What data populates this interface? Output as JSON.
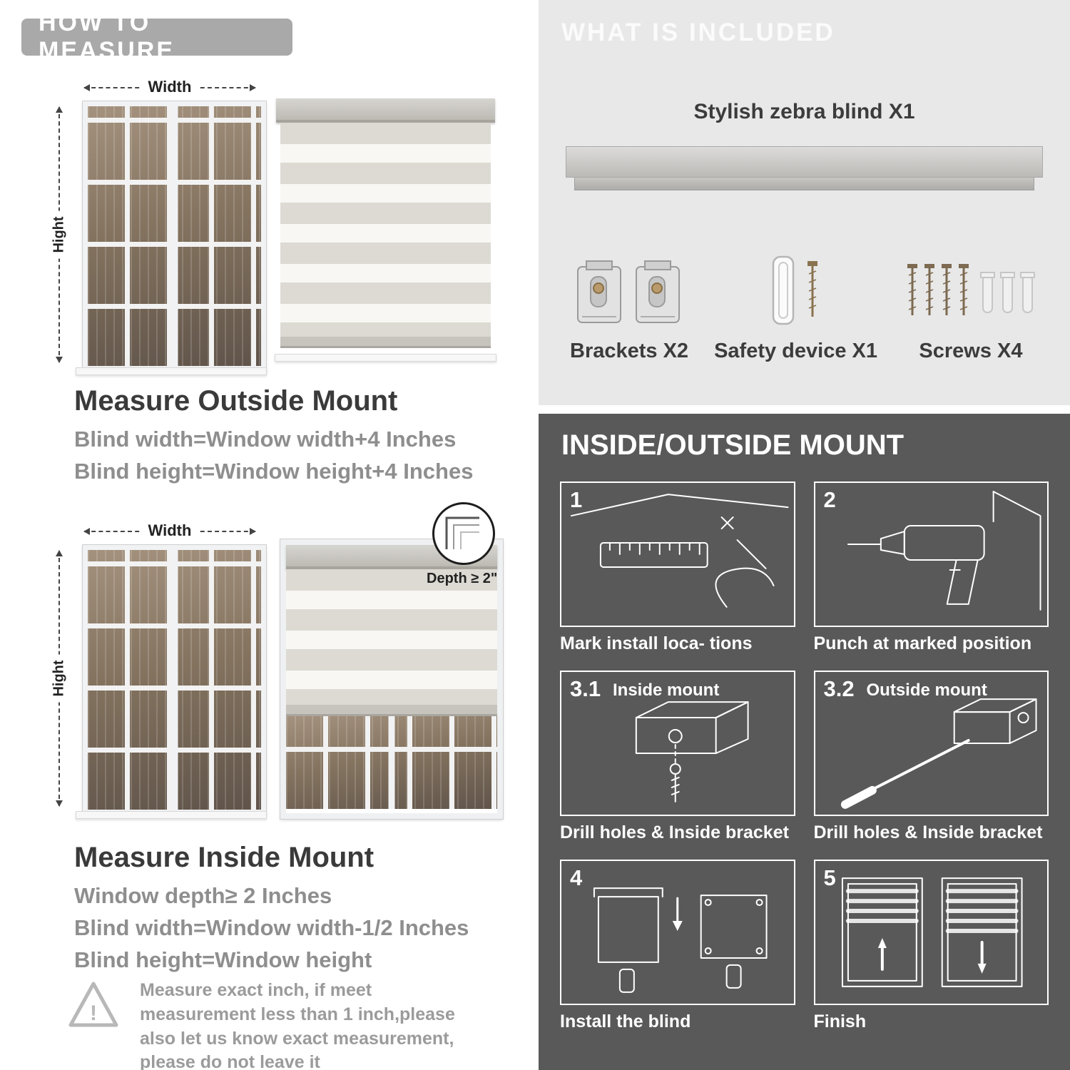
{
  "colors": {
    "badge_bg": "#a9a9a9",
    "panel_light": "#e8e8e8",
    "panel_dark": "#595959"
  },
  "left": {
    "header": "HOW TO MEASURE",
    "width_label": "Width",
    "height_label": "Hight",
    "outside": {
      "heading": "Measure Outside Mount",
      "line1": "Blind width=Window width+4 Inches",
      "line2": "Blind height=Window height+4 Inches"
    },
    "inside": {
      "heading": "Measure Inside Mount",
      "depth_callout": "Depth ≥ 2\"",
      "line1": "Window depth≥ 2 Inches",
      "line2": "Blind width=Window width-1/2 Inches",
      "line3": "Blind height=Window height"
    },
    "warning_mark": "!",
    "warning_text": "Measure exact inch, if meet measurement less than 1 inch,please also let us know exact measurement, please do not leave it"
  },
  "included": {
    "header": "WHAT IS INCLUDED",
    "blind_label": "Stylish zebra blind X1",
    "items": [
      {
        "label": "Brackets X2"
      },
      {
        "label": "Safety device X1"
      },
      {
        "label": "Screws X4"
      }
    ]
  },
  "mount": {
    "header": "INSIDE/OUTSIDE MOUNT",
    "steps": [
      {
        "num": "1",
        "caption": "Mark install loca- tions"
      },
      {
        "num": "2",
        "caption": "Punch at  marked position"
      },
      {
        "num": "3.1",
        "label": "Inside mount",
        "caption": "Drill holes &  Inside bracket"
      },
      {
        "num": "3.2",
        "label": "Outside mount",
        "caption": "Drill holes &  Inside bracket"
      },
      {
        "num": "4",
        "caption": "Install the blind"
      },
      {
        "num": "5",
        "caption": "Finish"
      }
    ]
  }
}
